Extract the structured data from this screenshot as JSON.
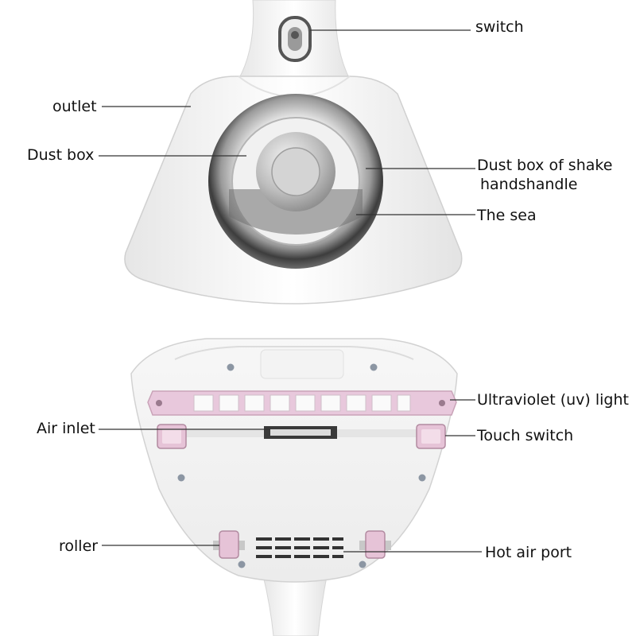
{
  "labels": {
    "switch": "switch",
    "outlet": "outlet",
    "dust_box": "Dust box",
    "dust_box_shake_line1": "Dust box of shake",
    "dust_box_shake_line2": "handshandle",
    "the_sea": "The sea",
    "uv_light": "Ultraviolet (uv) light",
    "air_inlet": "Air inlet",
    "touch_switch": "Touch switch",
    "roller": "roller",
    "hot_air_port": "Hot air port"
  },
  "colors": {
    "body": "#f2f2f2",
    "body_shadow": "#d9d9d9",
    "uv_strip": "#e8c8dc",
    "uv_border": "#c9a3b8",
    "dark_ring": "#4a4a4a",
    "leader": "#333333"
  }
}
